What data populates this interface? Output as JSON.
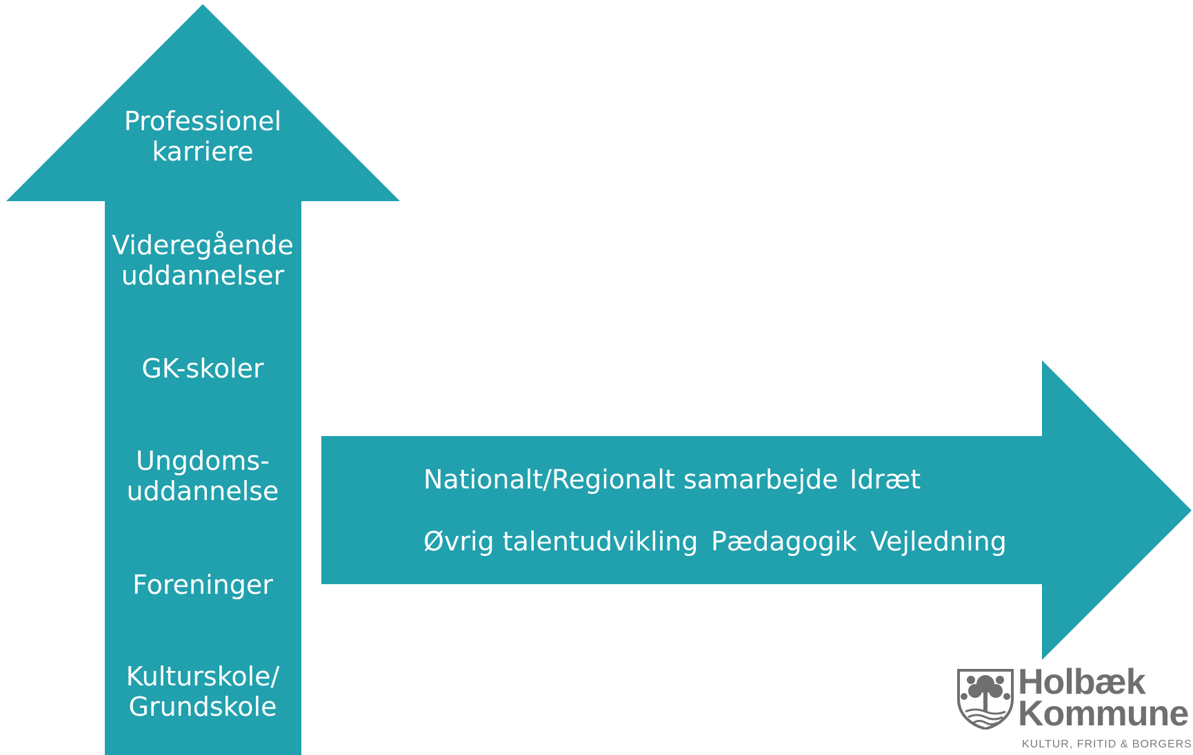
{
  "colors": {
    "arrow": "#21a0ad",
    "text": "#ffffff",
    "logo": "#6f6f6f"
  },
  "vertical_arrow": {
    "labels": [
      {
        "line1": "Professionel",
        "line2": "karriere"
      },
      {
        "line1": "Videregående",
        "line2": "uddannelser"
      },
      {
        "line1": "GK-skoler",
        "line2": ""
      },
      {
        "line1": "Ungdoms-",
        "line2": "uddannelse"
      },
      {
        "line1": "Foreninger",
        "line2": ""
      },
      {
        "line1": "Kulturskole/",
        "line2": "Grundskole"
      }
    ]
  },
  "horizontal_arrow": {
    "row1": [
      "Nationalt/Regionalt samarbejde",
      "Idræt"
    ],
    "row2": [
      "Øvrig talentudvikling",
      "Pædagogik",
      "Vejledning"
    ]
  },
  "logo": {
    "icon": "coat-of-arms-icon",
    "name_line1": "Holbæk",
    "name_line2": "Kommune",
    "subtitle": "KULTUR, FRITID & BORGERSER"
  }
}
